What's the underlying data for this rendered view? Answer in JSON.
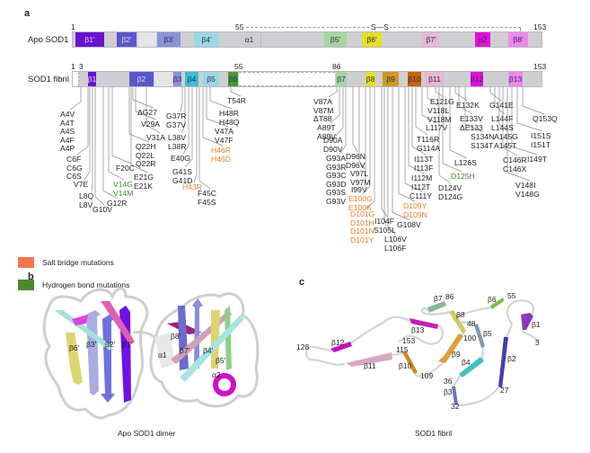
{
  "panel_a": {
    "label": "a",
    "apo": {
      "row_label": "Apo SOD1",
      "start": "1",
      "mid": "55",
      "end": "153",
      "disulfide": "S—S",
      "segments": [
        "β1'",
        "β2'",
        "β3'",
        "β4'",
        "α1",
        "β5'",
        "β6'",
        "β7'",
        "α2",
        "β8'"
      ]
    },
    "fibril": {
      "row_label": "SOD1 fibril",
      "nums": [
        "1",
        "3",
        "55",
        "86",
        "153"
      ],
      "segments": [
        "β1",
        "β2",
        "β3",
        "β4",
        "β5",
        "β6",
        "β7",
        "β8",
        "β9",
        "β10",
        "β11",
        "β12",
        "β13"
      ]
    },
    "mutations": {
      "A4": [
        "A4V",
        "A4T",
        "A4S",
        "A4F",
        "A4P"
      ],
      "C6": [
        "C6F",
        "C6G",
        "C6S"
      ],
      "V7": [
        "V7E"
      ],
      "L8": [
        "L8Q",
        "L8V"
      ],
      "G10": [
        "G10V"
      ],
      "G12": [
        "G12R"
      ],
      "V14": [
        "V14G",
        "V14M"
      ],
      "F20": [
        "F20C"
      ],
      "E21": [
        "E21G",
        "E21K"
      ],
      "Q22": [
        "Q22H",
        "Q22L",
        "Q22R"
      ],
      "G27": [
        "ΔG27"
      ],
      "V29": [
        "V29A"
      ],
      "V31": [
        "V31A"
      ],
      "G37": [
        "G37R",
        "G37V"
      ],
      "L38": [
        "L38V",
        "L38R"
      ],
      "E40": [
        "E40G"
      ],
      "G41": [
        "G41S",
        "G41D"
      ],
      "H43": [
        "H43R"
      ],
      "F45": [
        "F45C",
        "F45S"
      ],
      "H46": [
        "H46R",
        "H46D"
      ],
      "V47": [
        "V47A",
        "V47F"
      ],
      "H48": [
        "H48R",
        "H48Q"
      ],
      "T54": [
        "T54R"
      ],
      "V87": [
        "V87A",
        "V87M",
        "ΔT88"
      ],
      "A89": [
        "A89T",
        "A89V"
      ],
      "D90": [
        "D90A",
        "D90V"
      ],
      "G93": [
        "G93A",
        "G93R",
        "G93C",
        "G93D",
        "G93S",
        "G93V"
      ],
      "D96": [
        "D96N",
        "D96V"
      ],
      "V97": [
        "V97L",
        "V97M"
      ],
      "I99": [
        "I99V"
      ],
      "E100": [
        "E100G",
        "E100K"
      ],
      "D101": [
        "D101G",
        "D101H",
        "D101N",
        "D101Y"
      ],
      "I104": [
        "I104F"
      ],
      "S105": [
        "S105L"
      ],
      "L106": [
        "L106V",
        "L106F"
      ],
      "G108": [
        "G108V"
      ],
      "D109": [
        "D109Y",
        "D109N"
      ],
      "C111": [
        "C111Y"
      ],
      "I112": [
        "I112M",
        "I112T"
      ],
      "I113": [
        "I113T",
        "I113F"
      ],
      "G114": [
        "T116R",
        "G114A"
      ],
      "L117": [
        "L117V"
      ],
      "V118": [
        "V118L",
        "V118M"
      ],
      "E121": [
        "E121G"
      ],
      "D124": [
        "D124V",
        "D124G"
      ],
      "D125": [
        "D125H"
      ],
      "L126": [
        "L126S"
      ],
      "E132": [
        "E132K"
      ],
      "E133": [
        "E133V",
        "ΔE133"
      ],
      "S134": [
        "S134N",
        "S134T"
      ],
      "G141": [
        "G141E"
      ],
      "L144": [
        "L144F",
        "L144S"
      ],
      "A145": [
        "A145G",
        "A145T"
      ],
      "C146": [
        "C146R",
        "C146X"
      ],
      "V148": [
        "V148I",
        "V148G"
      ],
      "I149": [
        "I149T"
      ],
      "I151": [
        "I151S",
        "I151T"
      ],
      "Q153": [
        "Q153Q"
      ]
    },
    "legend": {
      "salt_bridge": "Salt bridge mutations",
      "hydrogen_bond": "Hydrogen bond mutations",
      "salt_color": "#f4764f",
      "hb_color": "#4a8a2e"
    }
  },
  "panel_b": {
    "label": "b",
    "caption": "Apo SOD1 dimer",
    "labels": [
      "β6'",
      "β3'",
      "β2'",
      "β1'",
      "α1",
      "β8'",
      "β7'",
      "β4'",
      "β5'",
      "α2"
    ]
  },
  "panel_c": {
    "label": "c",
    "caption": "SOD1 fibril",
    "strands": [
      "β1",
      "β2",
      "β3",
      "β4",
      "β5",
      "β6",
      "β7",
      "β8",
      "β9",
      "β10",
      "β11",
      "β12",
      "β13"
    ],
    "residues": [
      "3",
      "27",
      "32",
      "36",
      "48",
      "55",
      "86",
      "100",
      "109",
      "115",
      "128",
      "153"
    ]
  }
}
